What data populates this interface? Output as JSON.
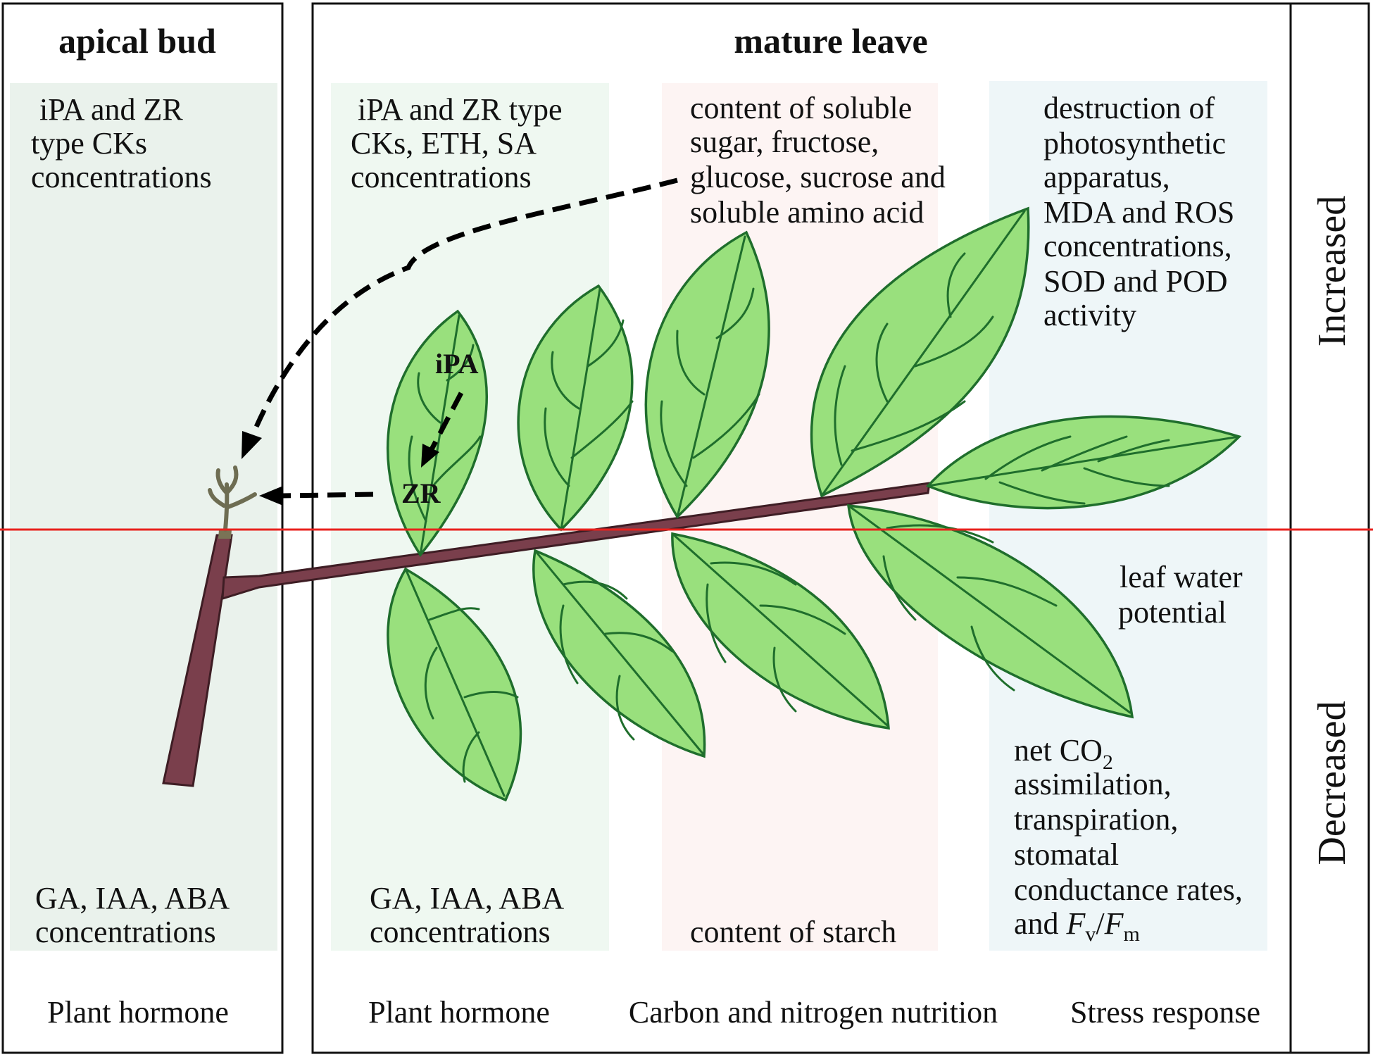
{
  "panels": {
    "apical_bud_title": "apical bud",
    "mature_leave_title": "mature leave"
  },
  "side_labels": {
    "increased": "Increased",
    "decreased": "Decreased"
  },
  "apical_bud": {
    "increased_lines": [
      "iPA and ZR",
      "type CKs",
      "concentrations"
    ],
    "decreased_lines": [
      "GA, IAA, ABA",
      "concentrations"
    ],
    "category": "Plant hormone"
  },
  "mature_leave": {
    "hormone": {
      "increased_lines": [
        "iPA and ZR type",
        "CKs, ETH, SA",
        "concentrations"
      ],
      "decreased_lines": [
        "GA, IAA, ABA",
        "concentrations"
      ],
      "category": "Plant hormone"
    },
    "nutrition": {
      "increased_lines": [
        "content of soluble",
        "sugar, fructose,",
        "glucose, sucrose and",
        "soluble amino acid"
      ],
      "decreased_lines": [
        "content of starch"
      ],
      "category": "Carbon and nitrogen nutrition"
    },
    "stress": {
      "increased_lines": [
        "destruction of",
        "photosynthetic",
        "apparatus,",
        "MDA and ROS",
        "concentrations,",
        "SOD and POD",
        "activity"
      ],
      "water_lines": [
        "leaf water",
        "potential"
      ],
      "decreased": {
        "line1": "net CO",
        "line1_sub": "2",
        "lines": [
          "assimilation,",
          "transpiration,",
          "stomatal",
          "conductance rates,"
        ],
        "last_prefix": "and ",
        "fv": "F",
        "fv_sub": "v",
        "slash": "/",
        "fm": "F",
        "fm_sub": "m"
      },
      "category": "Stress response"
    }
  },
  "arrow_labels": {
    "ipa": "iPA",
    "zr": "ZR"
  },
  "colors": {
    "divider_line": "#e8211d",
    "leaf_fill": "#99e07d",
    "leaf_stroke": "#1f6e2c",
    "stem": "#7a3f4c",
    "band_hormone": "#eff8f1",
    "band_nutrition": "#fdf4f3",
    "band_stress": "#eef6f8"
  }
}
